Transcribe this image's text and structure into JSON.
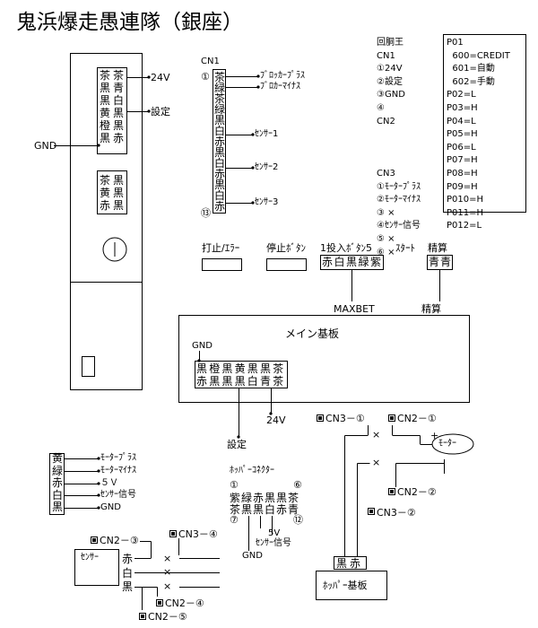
{
  "title": "鬼浜爆走愚連隊（銀座）",
  "left_board": {
    "top_block": [
      [
        "茶",
        "茶"
      ],
      [
        "黒",
        "青"
      ],
      [
        "黒",
        "白"
      ],
      [
        "黄",
        "黒"
      ],
      [
        "橙",
        "黒"
      ],
      [
        "黒",
        "赤"
      ]
    ],
    "mid_block": [
      [
        "茶",
        "黒"
      ],
      [
        "黄",
        "黒"
      ],
      [
        "赤",
        "黒"
      ]
    ],
    "label_24v": "24V",
    "label_settei": "設定",
    "label_gnd": "GND"
  },
  "cn1": {
    "title": "CN1",
    "num_first": "①",
    "num_last": "⑬",
    "wires": [
      "茶",
      "緑",
      "茶",
      "緑",
      "黒",
      "白",
      "赤",
      "黒",
      "白",
      "赤",
      "黒",
      "白",
      "赤"
    ],
    "labels": [
      "ﾌﾞﾛｯｶｰﾌﾟﾗｽ",
      "ﾌﾞﾛｶｰﾏｲﾅｽ",
      "ｾﾝｻｰ1",
      "ｾﾝｻｰ2",
      "ｾﾝｻｰ3"
    ]
  },
  "legend": {
    "left": [
      "回胴王",
      "CN1",
      "①24V",
      "②設定",
      "③GND",
      "④",
      "CN2",
      "",
      "",
      "",
      "CN3",
      "①ﾓｰﾀｰﾌﾟﾗｽ",
      "②ﾓｰﾀｰﾏｲﾅｽ",
      "③ ×",
      "④ｾﾝｻｰ信号",
      "⑤ ×",
      "⑥ ×"
    ],
    "right": [
      "P01",
      "  600=CREDIT",
      "  601=自動",
      "  602=手動",
      "P02=L",
      "P03=H",
      "P04=L",
      "P05=H",
      "P06=L",
      "P07=H",
      "P08=H",
      "P09=H",
      "P010=H",
      "P011=H",
      "P012=L"
    ]
  },
  "buttons": {
    "uchidome": "打止/ｴﾗｰ",
    "teishi": "停止ﾎﾞﾀﾝ",
    "toinyu": "1投入ﾎﾞﾀﾝ5",
    "toinyu_wires": [
      "赤",
      "白",
      "黒",
      "緑",
      "紫"
    ],
    "start": "ｽﾀｰﾄ",
    "seisan": "精算",
    "seisan_wires": [
      "青",
      "青"
    ],
    "maxbet": "MAXBET",
    "seisan2": "精算"
  },
  "main_board": {
    "title": "メイン基板",
    "gnd": "GND",
    "row1": [
      "黒",
      "橙",
      "黒",
      "黄",
      "黒",
      "黒",
      "茶"
    ],
    "row2": [
      "赤",
      "黒",
      "黒",
      "黒",
      "白",
      "青",
      "茶"
    ],
    "label_24v": "24V",
    "label_settei": "設定"
  },
  "motor_section": {
    "cn3_1": "CN3－①",
    "cn2_1": "CN2－①",
    "motor": "ﾓｰﾀｰ",
    "plus": "+",
    "minus": "−",
    "cross": "×",
    "cn2_2": "CN2－②",
    "cn3_2": "CN3－②",
    "hopper_wires": [
      "黒",
      "赤"
    ],
    "hopper_board": "ﾎｯﾊﾟｰ基板"
  },
  "motor_legend": {
    "colors": [
      "黄",
      "緑",
      "赤",
      "白",
      "黒"
    ],
    "labels": [
      "ﾓｰﾀｰﾌﾟﾗｽ",
      "ﾓｰﾀｰﾏｲﾅｽ",
      "５Ｖ",
      "ｾﾝｻｰ信号",
      "GND"
    ]
  },
  "hopper_connector": {
    "title": "ﾎｯﾊﾟｰｺﾈｸﾀｰ",
    "n1": "①",
    "n6": "⑥",
    "n7": "⑦",
    "n12": "⑫",
    "row1": [
      "紫",
      "緑",
      "赤",
      "黒",
      "黒",
      "茶"
    ],
    "row2": [
      "茶",
      "黒",
      "黒",
      "白",
      "赤",
      "青"
    ],
    "gnd": "GND",
    "v5": "5V",
    "sensor": "ｾﾝｻｰ信号"
  },
  "sensor_section": {
    "sensor": "ｾﾝｻｰ",
    "wires": [
      "赤",
      "白",
      "黒"
    ],
    "cn2_3": "CN2－③",
    "cn3_4": "CN3－④",
    "cn2_4": "CN2－④",
    "cn2_5": "CN2－⑤",
    "cross": "×"
  }
}
